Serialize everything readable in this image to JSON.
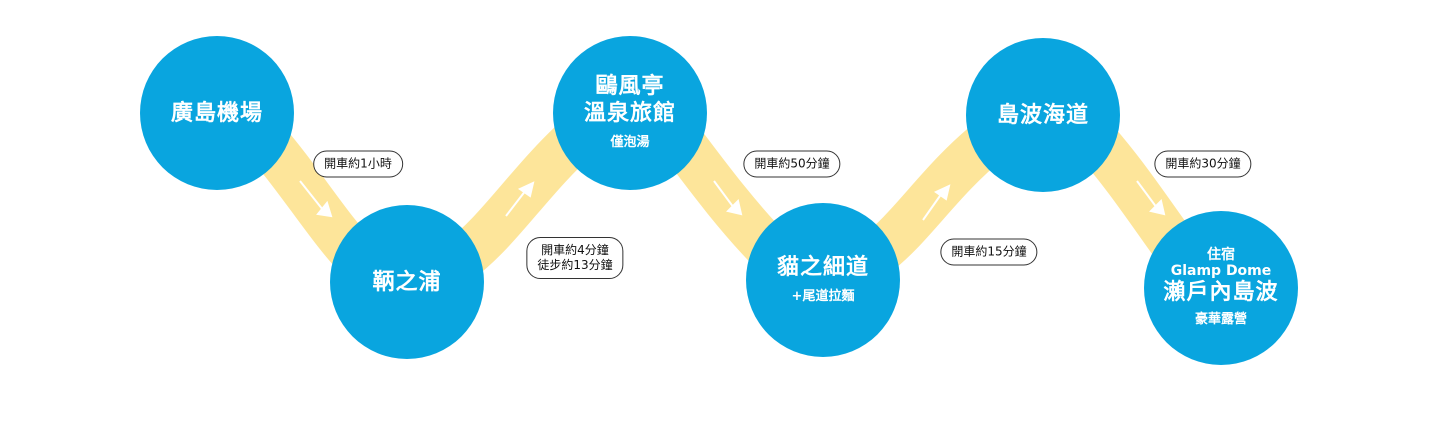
{
  "colors": {
    "node": "#09a5df",
    "road": "#fde59a",
    "arrow": "#ffffff"
  },
  "nodes": [
    {
      "title": [
        "廣島機場"
      ]
    },
    {
      "title": [
        "鞆之浦"
      ]
    },
    {
      "title": [
        "鷗風亭",
        "溫泉旅館"
      ],
      "sub": "僅泡湯"
    },
    {
      "title": [
        "貓之細道"
      ],
      "sub": "+尾道拉麵"
    },
    {
      "title": [
        "島波海道"
      ]
    },
    {
      "pre": [
        "住宿",
        "Glamp Dome"
      ],
      "title": [
        "瀨戶內島波"
      ],
      "sub": "豪華露營"
    }
  ],
  "legs": [
    {
      "lines": [
        "開車約1小時"
      ]
    },
    {
      "lines": [
        "開車約4分鐘",
        "徒步約13分鐘"
      ]
    },
    {
      "lines": [
        "開車約50分鐘"
      ]
    },
    {
      "lines": [
        "開車約15分鐘"
      ]
    },
    {
      "lines": [
        "開車約30分鐘"
      ]
    }
  ]
}
